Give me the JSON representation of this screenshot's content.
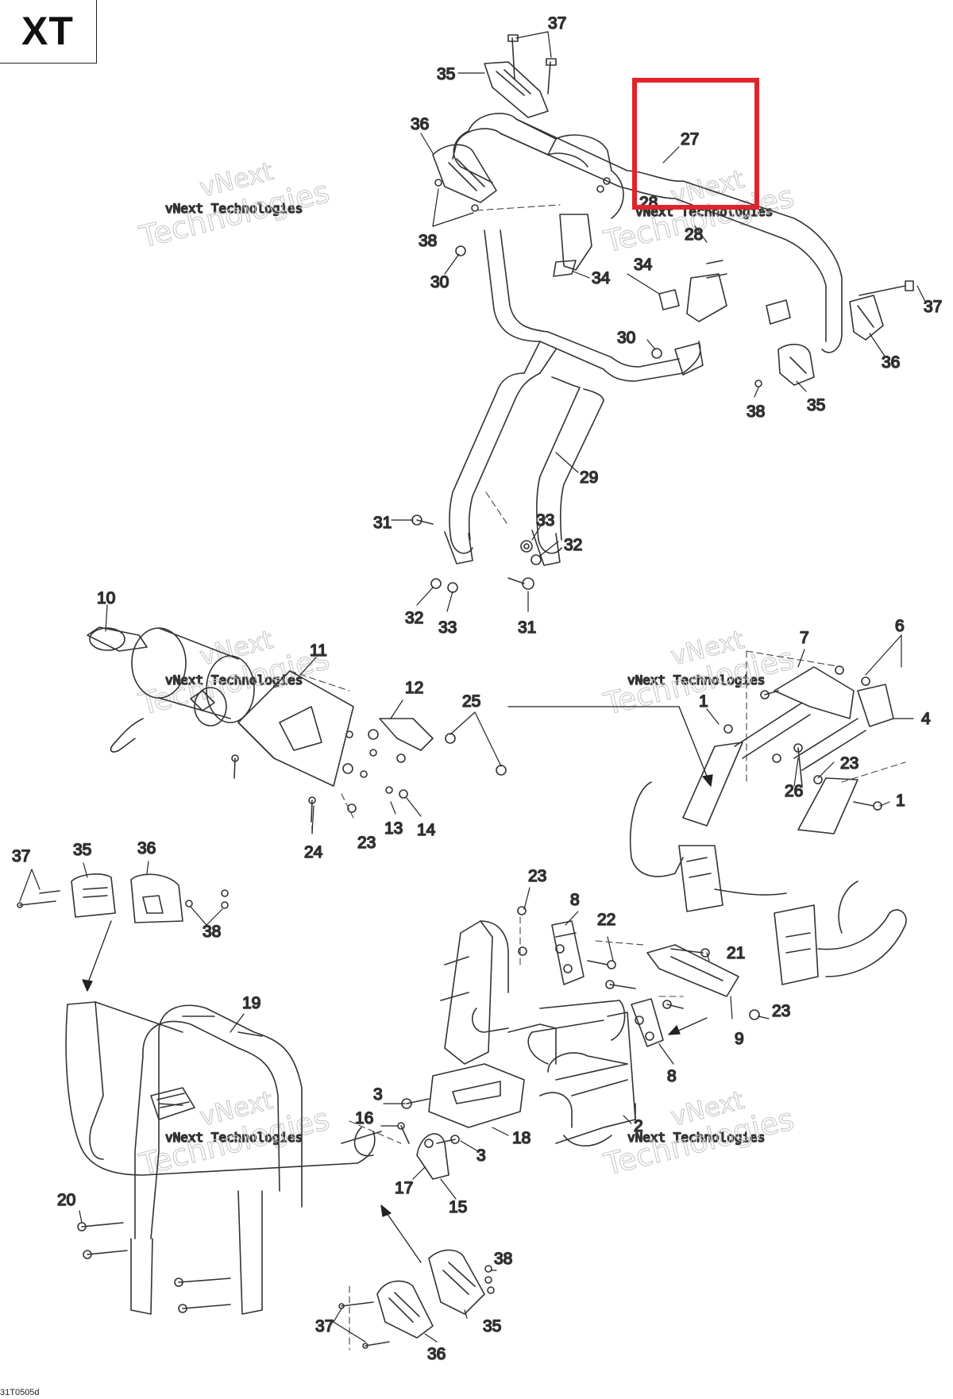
{
  "header": {
    "model_label": "XT"
  },
  "footer": {
    "sheet_code": "31T0505d"
  },
  "watermark": {
    "brand_top": "vNext",
    "brand_line": "vNext Technologies",
    "brand_big": "Technologies"
  },
  "highlight": {
    "part": "27",
    "color": "#e3232a"
  },
  "callouts": {
    "c37a": "37",
    "c35a": "35",
    "c36a": "36",
    "c38a": "38",
    "c30a": "30",
    "c27": "27",
    "c28a": "28",
    "c28b": "28",
    "c34a": "34",
    "c34b": "34",
    "c37b": "37",
    "c30b": "30",
    "c36b": "36",
    "c38b": "38",
    "c35b": "35",
    "c29": "29",
    "c31a": "31",
    "c33a": "33",
    "c32a": "32",
    "c32b": "32",
    "c33b": "33",
    "c31b": "31",
    "c10": "10",
    "c11": "11",
    "c12": "12",
    "c25": "25",
    "c13": "13",
    "c14": "14",
    "c24": "24",
    "c23a": "23",
    "c7": "7",
    "c6": "6",
    "c4": "4",
    "c1a": "1",
    "c23b": "23",
    "c26": "26",
    "c1b": "1",
    "c37c": "37",
    "c35c": "35",
    "c36c": "36",
    "c38c": "38",
    "c23c": "23",
    "c8a": "8",
    "c22": "22",
    "c21": "21",
    "c23d": "23",
    "c9": "9",
    "c8b": "8",
    "c19": "19",
    "c3a": "3",
    "c16": "16",
    "c18": "18",
    "c3b": "3",
    "c2": "2",
    "c17": "17",
    "c15": "15",
    "c20": "20",
    "c38d": "38",
    "c35d": "35",
    "c37d": "37",
    "c36d": "36"
  }
}
